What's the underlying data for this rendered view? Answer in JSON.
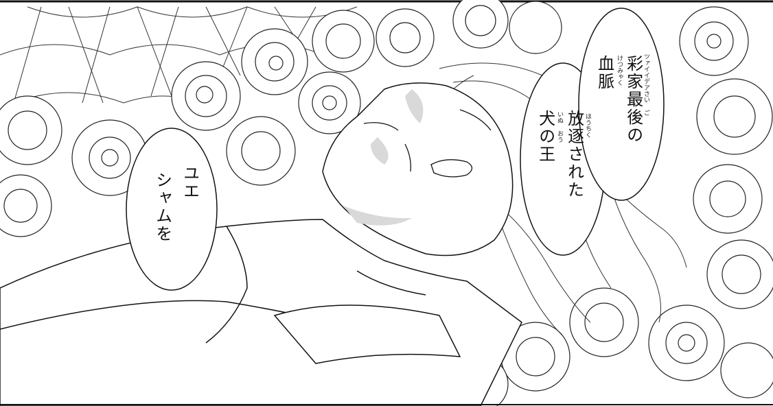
{
  "speech": {
    "left_bubble": {
      "line1": "ユエ",
      "line2": "シャムを"
    },
    "mid_bubble": {
      "line1": "放逐された",
      "line1_ruby": "ほうちく",
      "line2": "犬の王",
      "line2_ruby": "いぬ おう"
    },
    "right_bubble": {
      "line1": "彩家最後の",
      "line1_ruby": "ツァイイデアさい ご",
      "line2": "血脈",
      "line2_ruby": "けつみゃく"
    }
  },
  "colors": {
    "ink": "#111111",
    "paper": "#ffffff",
    "tone": "#d9d9d9"
  }
}
